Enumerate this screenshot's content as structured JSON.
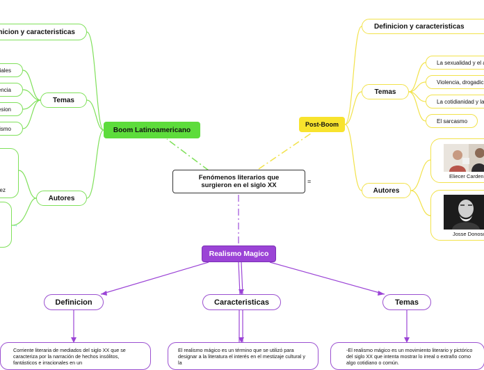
{
  "central": {
    "line1": "Fenómenos literarios que",
    "line2": "surgieron en el siglo XX",
    "note_icon": "notes-icon"
  },
  "boom": {
    "title": "Boom Latinoamericano",
    "definicion": "Definicion y caracteristicas",
    "temas_label": "Temas",
    "temas": [
      "ciales",
      "encia",
      "esion",
      "ismo"
    ],
    "autores_label": "Autores",
    "autor_fragment": "ez",
    "link_icon": "link-icon"
  },
  "postboom": {
    "title": "Post-Boom",
    "definicion": "Definicion y caracteristicas",
    "temas_label": "Temas",
    "temas": [
      "La sexualidad y el a",
      "Violencia, drogadic",
      "La cotidianidad y la",
      "El sarcasmo"
    ],
    "autores_label": "Autores",
    "autores": [
      "Eliecer Carden",
      "Josse Donoso"
    ]
  },
  "realismo": {
    "title": "Realismo Magico",
    "definicion_label": "Definicion",
    "caracteristicas_label": "Caracteristicas",
    "temas_label": "Temas",
    "definicion_text": "Corriente literaria de mediados del siglo XX que se caracteriza por la narración de hechos insólitos, fantásticos e irracionales en un",
    "caracteristicas_text": "El realismo mágico es un término que se utilizó para designar a la literatura el interés en el mestizaje cultural y la",
    "temas_text": "-El realismo mágico es un movimiento literario y pictórico del siglo XX que intenta mostrar lo irreal o extraño como algo cotidiano o común."
  },
  "colors": {
    "boom": "#5ddc3b",
    "postboom": "#f8e32d",
    "realismo": "#9b44d6"
  }
}
